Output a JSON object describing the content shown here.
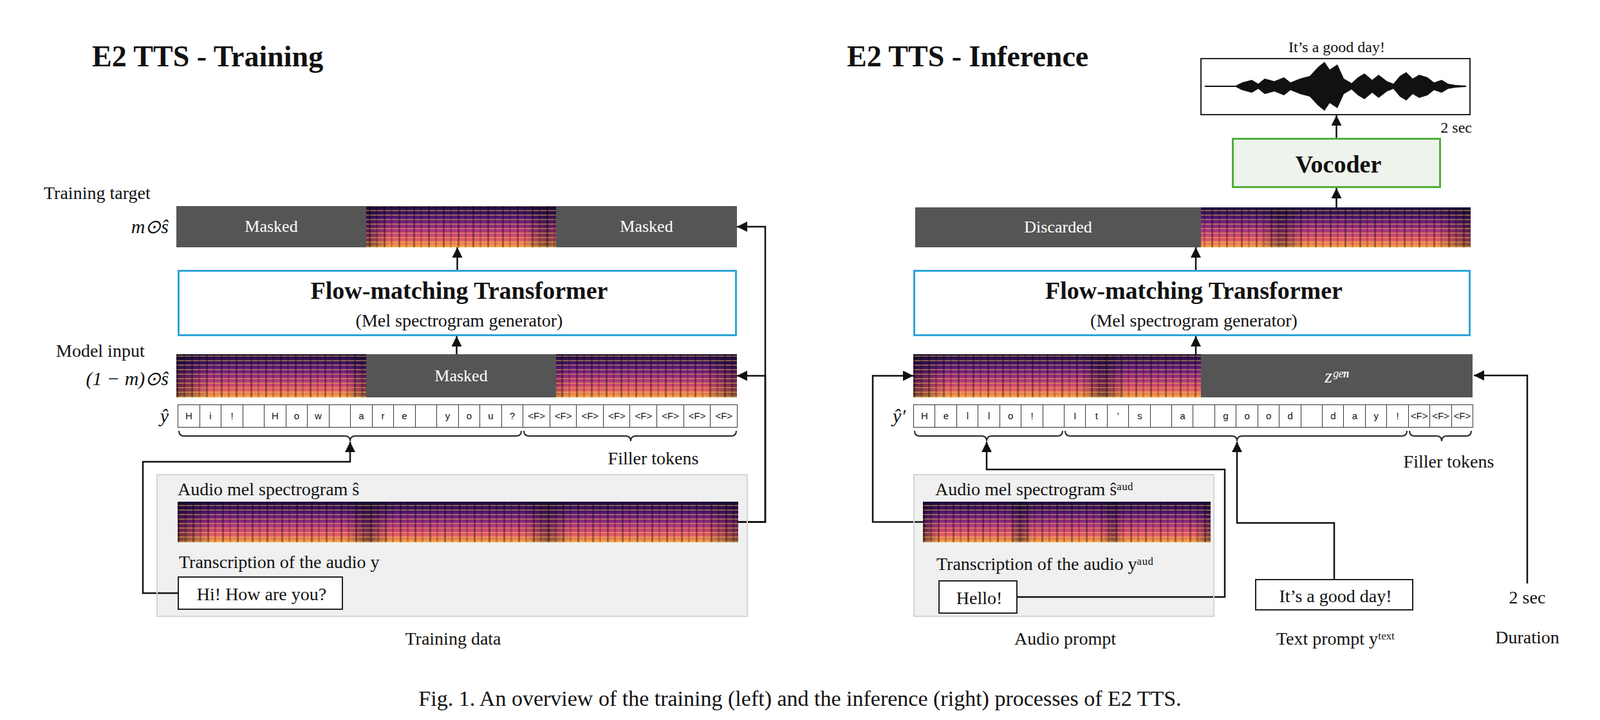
{
  "diagram": {
    "caption": "Fig. 1. An overview of the training (left) and the inference (right) processes of E2 TTS.",
    "nodes": [
      {
        "text": [
          "Training target",
          "m⊙ŝ"
        ]
      },
      {
        "text": [
          "Masked"
        ],
        "in": 0
      },
      {
        "text": [
          "Masked"
        ],
        "in": 0
      },
      {
        "text": [
          "Flow-matching Transformer",
          "(Mel spectrogram generator)"
        ]
      },
      {
        "text": [
          "Model input",
          "(1 − m)⊙ŝ"
        ]
      },
      {
        "text": [
          "Masked"
        ],
        "in": 4
      },
      {
        "text": [
          "ŷ"
        ]
      },
      {
        "text": [
          "Training data"
        ]
      },
      {
        "text": [
          "Audio mel spectrogram ŝ"
        ],
        "in": 7
      },
      {
        "text": [
          "Transcription of the audio y",
          "Hi! How are you?"
        ],
        "in": 7
      },
      {
        "text": [
          "It’s a good day!",
          "2 sec"
        ]
      },
      {
        "text": [
          "Vocoder"
        ]
      },
      {
        "text": [
          "Discarded"
        ]
      },
      {
        "text": [
          "Flow-matching Transformer",
          "(Mel spectrogram generator)"
        ]
      },
      {
        "text": [
          "zᵍᵉⁿ"
        ]
      },
      {
        "text": [
          "ŷ′"
        ]
      },
      {
        "text": [
          "Audio prompt"
        ]
      },
      {
        "text": [
          "Audio mel spectrogram ŝᵃᵘᵈ"
        ],
        "in": 16
      },
      {
        "text": [
          "Transcription of the audio yᵃᵘᵈ",
          "Hello!"
        ],
        "in": 16
      },
      {
        "text": [
          "It’s a good day!",
          "Text prompt yᵗᵉˣᵗ"
        ]
      }
    ],
    "edges": [
      {
        "from": 4,
        "to": 3,
        "arrow": "to"
      },
      {
        "from": 3,
        "to": 0,
        "arrow": "to"
      },
      {
        "from": 8,
        "to": 4,
        "arrow": "to"
      },
      {
        "from": 8,
        "to": 0,
        "arrow": "to"
      },
      {
        "from": 9,
        "to": 6,
        "arrow": "to"
      },
      {
        "from": 12,
        "to": 11,
        "arrow": "to"
      },
      {
        "from": 11,
        "to": 10,
        "arrow": "to"
      },
      {
        "from": 13,
        "to": 12,
        "arrow": "to"
      },
      {
        "from": 14,
        "to": 13,
        "arrow": "to"
      },
      {
        "from": 17,
        "to": 14,
        "arrow": "to"
      },
      {
        "from": 18,
        "to": 15,
        "arrow": "to"
      },
      {
        "from": 19,
        "to": 15,
        "arrow": "to"
      }
    ],
    "labels": [
      "E2 TTS - Training",
      "E2 TTS - Inference",
      "Filler tokens",
      "Filler tokens",
      "2 sec",
      "Duration",
      "H",
      "i",
      "!",
      "H",
      "o",
      "w",
      "a",
      "r",
      "e",
      "y",
      "o",
      "u",
      "?",
      "<F>",
      "<F>",
      "<F>",
      "<F>",
      "<F>",
      "<F>",
      "<F>",
      "<F>",
      "H",
      "e",
      "l",
      "l",
      "o",
      "!",
      "I",
      "t",
      "’",
      "s",
      "a",
      "g",
      "o",
      "o",
      "d",
      "d",
      "a",
      "y",
      "!",
      "<F>",
      "<F>",
      "<F>"
    ]
  }
}
